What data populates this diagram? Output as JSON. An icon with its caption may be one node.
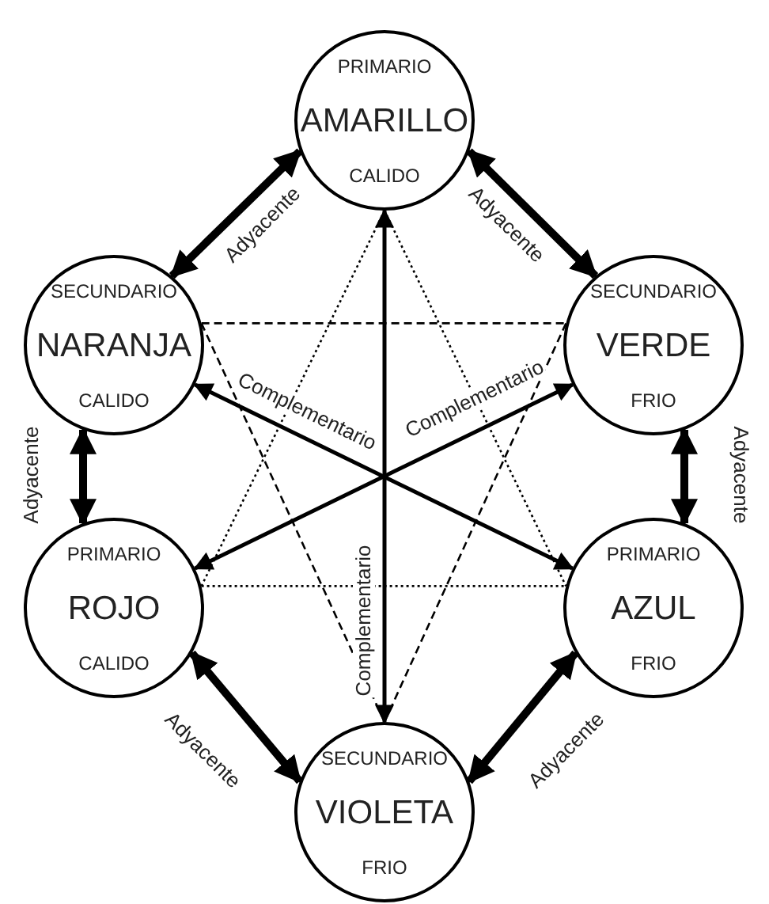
{
  "diagram": {
    "nodes": [
      {
        "text": [
          "PRIMARIO",
          "AMARILLO",
          "CALIDO"
        ]
      },
      {
        "text": [
          "SECUNDARIO",
          "NARANJA",
          "CALIDO"
        ]
      },
      {
        "text": [
          "SECUNDARIO",
          "VERDE",
          "FRIO"
        ]
      },
      {
        "text": [
          "PRIMARIO",
          "ROJO",
          "CALIDO"
        ]
      },
      {
        "text": [
          "PRIMARIO",
          "AZUL",
          "FRIO"
        ]
      },
      {
        "text": [
          "SECUNDARIO",
          "VIOLETA",
          "FRIO"
        ]
      }
    ],
    "edges": [
      {
        "from": 0,
        "to": 1,
        "arrow": "both",
        "label": "Adyacente",
        "style": "thick"
      },
      {
        "from": 0,
        "to": 2,
        "arrow": "both",
        "label": "Adyacente",
        "style": "thick"
      },
      {
        "from": 1,
        "to": 3,
        "arrow": "both",
        "label": "Adyacente",
        "style": "thick"
      },
      {
        "from": 2,
        "to": 4,
        "arrow": "both",
        "label": "Adyacente",
        "style": "thick"
      },
      {
        "from": 3,
        "to": 5,
        "arrow": "both",
        "label": "Adyacente",
        "style": "thick"
      },
      {
        "from": 4,
        "to": 5,
        "arrow": "both",
        "label": "Adyacente",
        "style": "thick"
      },
      {
        "from": 0,
        "to": 5,
        "arrow": "both",
        "label": "Complementario"
      },
      {
        "from": 1,
        "to": 4,
        "arrow": "both",
        "label": "Complementario"
      },
      {
        "from": 2,
        "to": 3,
        "arrow": "both",
        "label": "Complementario"
      },
      {
        "from": 0,
        "to": 3,
        "arrow": "none",
        "style": "dashed"
      },
      {
        "from": 0,
        "to": 4,
        "arrow": "none",
        "style": "dashed"
      },
      {
        "from": 3,
        "to": 4,
        "arrow": "none",
        "style": "dashed"
      },
      {
        "from": 1,
        "to": 2,
        "arrow": "none",
        "style": "dashed"
      },
      {
        "from": 1,
        "to": 5,
        "arrow": "none",
        "style": "dashed"
      },
      {
        "from": 2,
        "to": 5,
        "arrow": "none",
        "style": "dashed"
      }
    ]
  }
}
